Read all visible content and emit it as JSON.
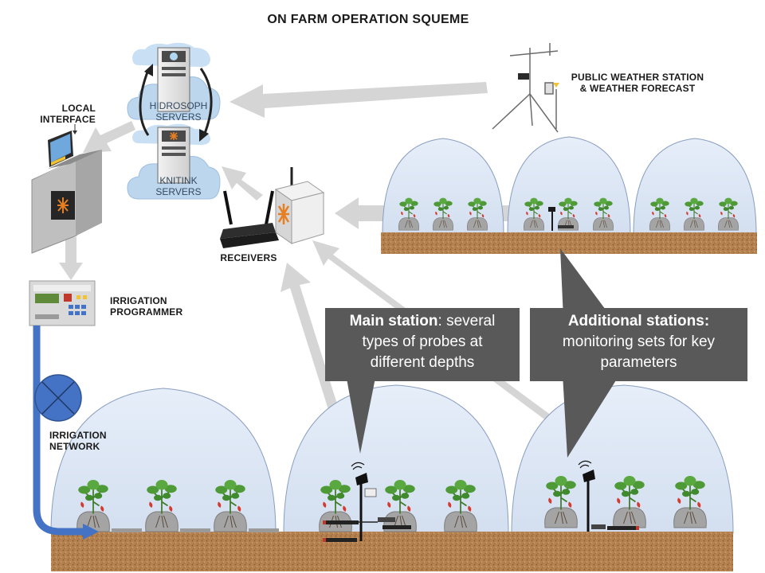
{
  "title": "ON FARM OPERATION SQUEME",
  "labels": {
    "local_interface_1": "LOCAL",
    "local_interface_2": "INTERFACE",
    "weather_1": "PUBLIC WEATHER STATION",
    "weather_2": "& WEATHER FORECAST",
    "receivers": "RECEIVERS",
    "programmer_1": "IRRIGATION",
    "programmer_2": "PROGRAMMER",
    "network_1": "IRRIGATION",
    "network_2": "NETWORK"
  },
  "servers": {
    "hidrosoph_1": "HIDROSOPH",
    "hidrosoph_2": "SERVERS",
    "knitink_1": "KNITINK",
    "knitink_2": "SERVERS"
  },
  "callouts": {
    "main_bold": "Main station",
    "main_rest_1": ": several",
    "main_rest_2": "types of probes at",
    "main_rest_3": "different depths",
    "add_bold": "Additional stations:",
    "add_rest_1": "monitoring sets for key",
    "add_rest_2": "parameters"
  },
  "colors": {
    "dome_fill": "#dfe8f6",
    "dome_stroke": "#7f93b5",
    "soil": "#b07a4a",
    "pipe": "#4472c4",
    "callout": "#595959",
    "cloud": "#bcd6ee",
    "arrow": "#d0d0d0"
  },
  "icons": [
    "cloud-server-icon",
    "computer-terminal-icon",
    "irrigation-programmer-icon",
    "valve-icon",
    "router-icon",
    "receiver-box-icon",
    "weather-station-icon",
    "strawberry-plant-icon",
    "sensor-station-icon",
    "probe-icon"
  ]
}
